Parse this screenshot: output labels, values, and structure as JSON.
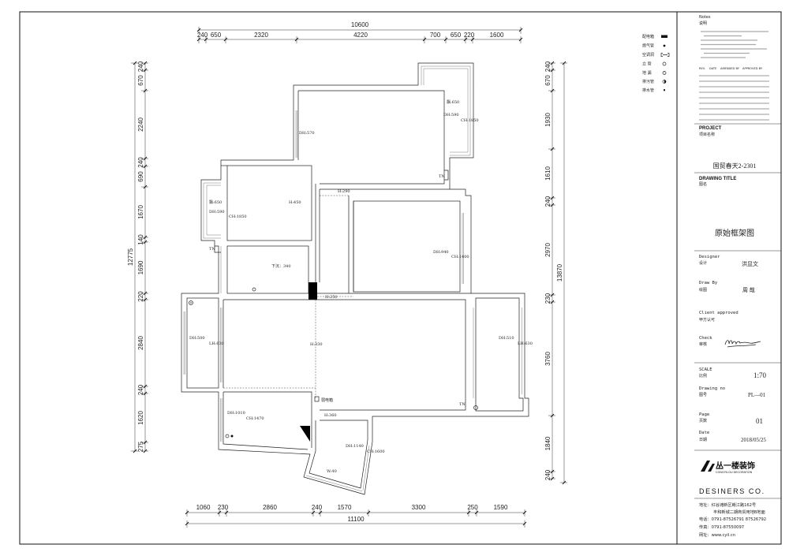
{
  "drawing": {
    "dimensions": {
      "top_total": "10600",
      "top": [
        "240",
        "650",
        "2320",
        "4220",
        "700",
        "650",
        "220",
        "1600"
      ],
      "bottom_total": "11100",
      "bottom": [
        "1060",
        "230",
        "2860",
        "240",
        "1570",
        "3300",
        "250",
        "1590"
      ],
      "left_total": "12775",
      "left": [
        "240",
        "670",
        "2240",
        "240",
        "690",
        "1670",
        "140",
        "1690",
        "220",
        "2840",
        "240",
        "1620",
        "275"
      ],
      "right_total": "13870",
      "right": [
        "240",
        "670",
        "1930",
        "1610",
        "240",
        "2970",
        "230",
        "3760",
        "1840",
        "240"
      ]
    },
    "plan_labels": [
      "飘:650",
      "DH:590",
      "CH:1850",
      "DH:570",
      "TN",
      "H:290",
      "飘:650",
      "DH:590",
      "CH:1850",
      "H:450",
      "TN",
      "DH:940",
      "CH:1400",
      "下沉：340",
      "H:250",
      "DH:500",
      "LH:630",
      "H:330",
      "DH:510",
      "LH:630",
      "弱电箱",
      "TN",
      "H:360",
      "DH:1010",
      "CH:1470",
      "DH:1140",
      "CH:1600",
      "W:40"
    ]
  },
  "legend": [
    {
      "label": "配电箱",
      "icon": "distribution-box-icon"
    },
    {
      "label": "燃气管",
      "icon": "gas-pipe-icon"
    },
    {
      "label": "空调洞",
      "icon": "ac-hole-icon"
    },
    {
      "label": "立 管",
      "icon": "riser-pipe-icon"
    },
    {
      "label": "地 漏",
      "icon": "floor-drain-icon"
    },
    {
      "label": "排污管",
      "icon": "sewage-pipe-icon"
    },
    {
      "label": "排水管",
      "icon": "drain-pipe-icon"
    }
  ],
  "title_block": {
    "notes": {
      "en": "Notes",
      "cn": "说明"
    },
    "revision_headers": [
      "REV.",
      "DATE",
      "AMENDED BY",
      "APPROVED BY"
    ],
    "project": {
      "en": "PROJECT",
      "cn": "项目名称",
      "value": "国贸春天2-2301"
    },
    "drawing_title": {
      "en": "DRAWING TITLE",
      "cn": "图名",
      "value": "原始框架图"
    },
    "designer": {
      "en": "Designer",
      "cn": "设计",
      "value": "洪显文"
    },
    "draw_by": {
      "en": "Draw By",
      "cn": "绘图",
      "value": "周 哉"
    },
    "client_approved": {
      "en": "Client approved",
      "cn": "甲方认可"
    },
    "check": {
      "en": "Check",
      "cn": "审核"
    },
    "scale": {
      "en": "SCALE",
      "cn": "比例",
      "value": "1:70"
    },
    "drawing_no": {
      "en": "Drawing no",
      "cn": "图号",
      "value": "PL—01"
    },
    "page": {
      "en": "Page",
      "cn": "页数",
      "value": "01"
    },
    "date": {
      "en": "Date",
      "cn": "日期",
      "value": "2018/05/25"
    }
  },
  "company": {
    "logo_cn": "丛一楼装饰",
    "logo_en": "CONGYILOU DECORATION",
    "name": "DESINERS CO.",
    "address": "地址：红谷滩新区赣江路162号",
    "address2": "丰和新城二期商贸用地B地面",
    "phone": "电话：0791-87526791  87526792",
    "fax": "传真：0791-87550097",
    "web": "网址：www.cyil.cn"
  }
}
